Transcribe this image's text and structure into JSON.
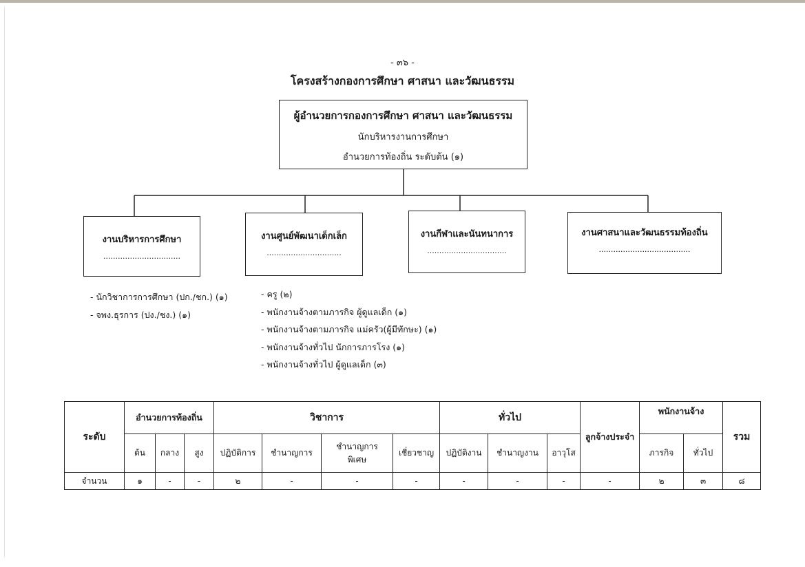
{
  "page_number": "- ๓๖ -",
  "title": "โครงสร้างกองการศึกษา ศาสนา และวัฒนธรรม",
  "director": {
    "title": "ผู้อำนวยการกองการศึกษา ศาสนา และวัฒนธรรม",
    "position": "นักบริหารงานการศึกษา",
    "level": "อำนวยการท้องถิ่น ระดับต้น (๑)"
  },
  "units": [
    {
      "name": "งานบริหารการศึกษา",
      "dots": "................................"
    },
    {
      "name": "งานศูนย์พัฒนาเด็กเล็ก",
      "dots": "..............................."
    },
    {
      "name": "งานกีฬาและนันทนาการ",
      "dots": "................................."
    },
    {
      "name": "งานศาสนาและวัฒนธรรมท้องถิ่น",
      "dots": "......................................"
    }
  ],
  "staff_admin": [
    "-  นักวิชาการการศึกษา (ปก./ชก.) (๑)",
    "-  จพง.ธุรการ (ปง./ชง.) (๑)"
  ],
  "staff_childcare": [
    "-  ครู  (๒)",
    "-  พนักงานจ้างตามภารกิจ ผู้ดูแลเด็ก (๑)",
    "-  พนักงานจ้างตามภารกิจ  แม่ครัว(ผู้มีทักษะ)  (๑)",
    "-  พนักงานจ้างทั่วไป  นักการภารโรง (๑)",
    "-  พนักงานจ้างทั่วไป  ผู้ดูแลเด็ก (๓)"
  ],
  "table": {
    "level_label": "ระดับ",
    "groups": {
      "local_admin": "อำนวยการท้องถิ่น",
      "academic": "วิชาการ",
      "general": "ทั่วไป",
      "permanent": "ลูกจ้างประจำ",
      "employee": "พนักงานจ้าง",
      "total": "รวม"
    },
    "sub": {
      "ton": "ต้น",
      "klang": "กลาง",
      "sung": "สูง",
      "patibatkan": "ปฏิบัติการ",
      "chamnankan": "ชำนาญการ",
      "chamnankan_phiset_1": "ชำนาญการ",
      "chamnankan_phiset_2": "พิเศษ",
      "chiaochan": "เชี่ยวชาญ",
      "patibatngan": "ปฏิบัติงาน",
      "chamnanngan": "ชำนาญงาน",
      "awuso": "อาวุโส",
      "pharakit": "ภารกิจ",
      "thuapai": "ทั่วไป"
    },
    "count_label": "จำนวน",
    "counts": [
      "๑",
      "-",
      "-",
      "๒",
      "-",
      "-",
      "-",
      "-",
      "-",
      "-",
      "-",
      "๒",
      "๓",
      "๘"
    ]
  }
}
